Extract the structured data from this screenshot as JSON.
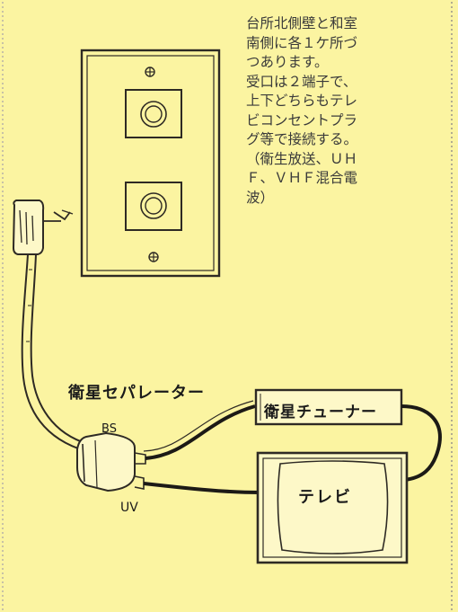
{
  "colors": {
    "background": "#fbf4a1",
    "border": "#b8b2a8",
    "line": "#2e2a24",
    "text": "#3a3a3a"
  },
  "description": {
    "lines": [
      "台所北側壁と和室",
      "南側に各１ケ所づ",
      "つあります。",
      "受口は２端子で、",
      "上下どちらもテレ",
      "ビコンセントプラ",
      "グ等で接続する。",
      "（衛生放送、ＵＨ",
      "Ｆ、ＶＨＦ混合電",
      "波）"
    ]
  },
  "labels": {
    "separator": "衛星セパレーター",
    "bs": "BS",
    "uv": "UV",
    "tuner": "衛星チューナー",
    "tv": "テレビ"
  },
  "icons": {
    "outlet": "wall-tv-outlet-icon",
    "plug": "tv-plug-icon",
    "separator": "separator-device-icon",
    "tuner": "tuner-box-icon",
    "tv": "television-icon"
  }
}
